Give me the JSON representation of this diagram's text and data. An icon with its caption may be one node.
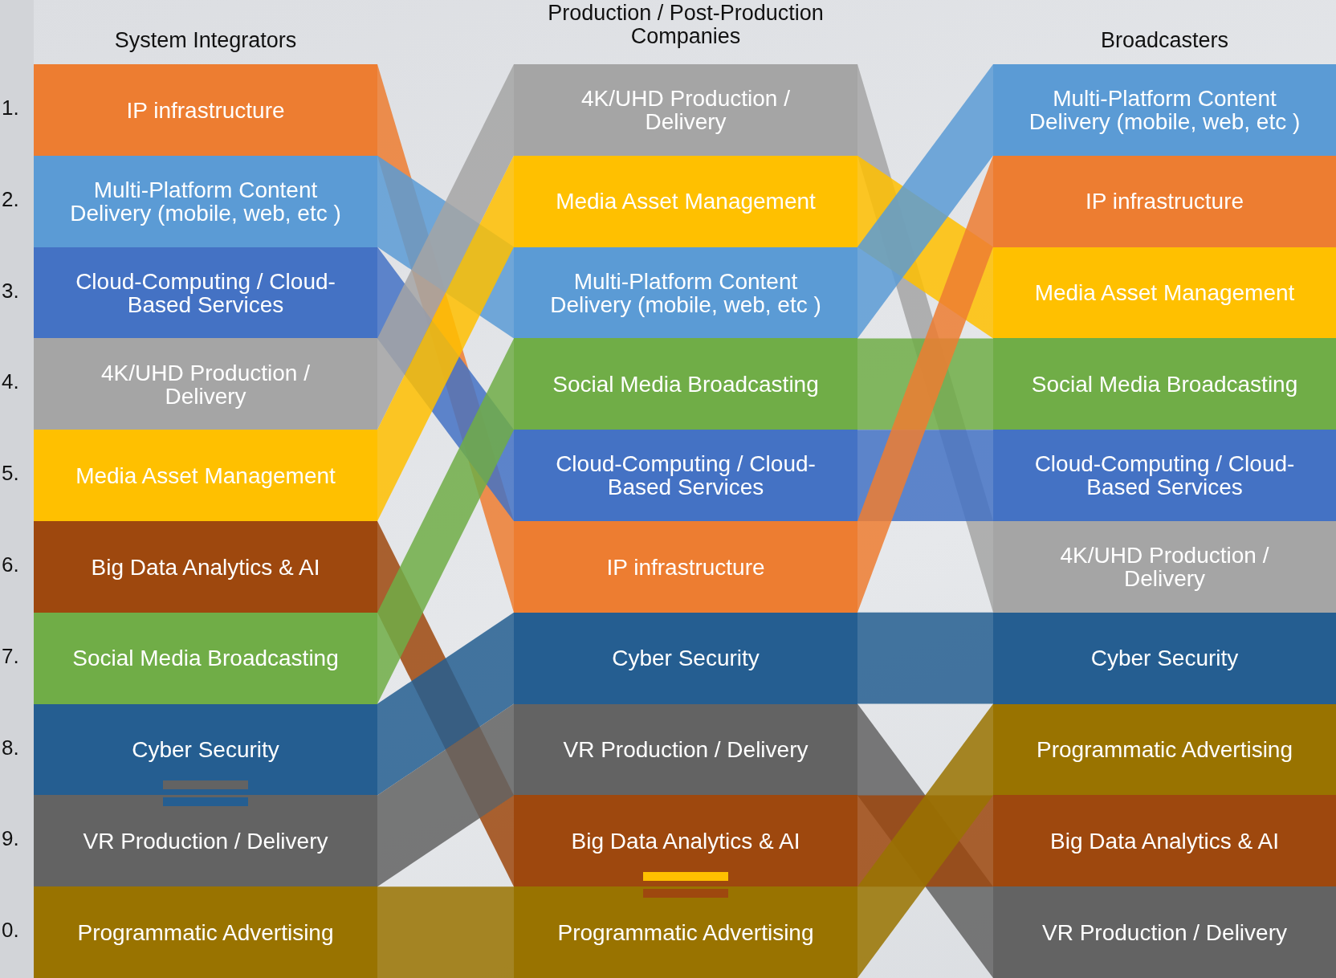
{
  "diagram": {
    "nodes": [
      {
        "text": [
          "IP infrastructure"
        ]
      },
      {
        "text": [
          "Multi-Platform Content Delivery (mobile, web, etc )"
        ]
      },
      {
        "text": [
          "Cloud-Computing / Cloud-Based Services"
        ]
      },
      {
        "text": [
          "4K/UHD Production / Delivery"
        ]
      },
      {
        "text": [
          "Media Asset Management"
        ]
      },
      {
        "text": [
          "Big Data Analytics & AI"
        ]
      },
      {
        "text": [
          "Social Media Broadcasting"
        ]
      },
      {
        "text": [
          "Cyber Security"
        ]
      },
      {
        "text": [
          "VR Production / Delivery"
        ]
      },
      {
        "text": [
          "Programmatic Advertising"
        ]
      },
      {
        "text": [
          "4K/UHD Production / Delivery"
        ]
      },
      {
        "text": [
          "Media Asset Management"
        ]
      },
      {
        "text": [
          "Multi-Platform Content Delivery (mobile, web, etc )"
        ]
      },
      {
        "text": [
          "Social Media Broadcasting"
        ]
      },
      {
        "text": [
          "Cloud-Computing / Cloud-Based Services"
        ]
      },
      {
        "text": [
          "IP infrastructure"
        ]
      },
      {
        "text": [
          "Cyber Security"
        ]
      },
      {
        "text": [
          "VR Production / Delivery"
        ]
      },
      {
        "text": [
          "Big Data Analytics & AI"
        ]
      },
      {
        "text": [
          "Programmatic Advertising"
        ]
      },
      {
        "text": [
          "Multi-Platform Content Delivery (mobile, web, etc )"
        ]
      },
      {
        "text": [
          "IP infrastructure"
        ]
      },
      {
        "text": [
          "Media Asset Management"
        ]
      },
      {
        "text": [
          "Social Media Broadcasting"
        ]
      },
      {
        "text": [
          "Cloud-Computing / Cloud-Based Services"
        ]
      },
      {
        "text": [
          "4K/UHD Production / Delivery"
        ]
      },
      {
        "text": [
          "Cyber Security"
        ]
      },
      {
        "text": [
          "Programmatic Advertising"
        ]
      },
      {
        "text": [
          "Big Data Analytics & AI"
        ]
      },
      {
        "text": [
          "VR Production / Delivery"
        ]
      }
    ],
    "edges": [
      {
        "from": 0,
        "to": 15,
        "arrow": "none",
        "color": "#ed7d31"
      },
      {
        "from": 1,
        "to": 12,
        "arrow": "none",
        "color": "#5b9bd5"
      },
      {
        "from": 2,
        "to": 14,
        "arrow": "none",
        "color": "#4472c4"
      },
      {
        "from": 3,
        "to": 10,
        "arrow": "none",
        "color": "#a5a5a5"
      },
      {
        "from": 4,
        "to": 11,
        "arrow": "none",
        "color": "#ffc000"
      },
      {
        "from": 5,
        "to": 18,
        "arrow": "none",
        "color": "#9e480e"
      },
      {
        "from": 6,
        "to": 13,
        "arrow": "none",
        "color": "#70ad47"
      },
      {
        "from": 7,
        "to": 16,
        "arrow": "none",
        "color": "#255e91"
      },
      {
        "from": 8,
        "to": 17,
        "arrow": "none",
        "color": "#636363"
      },
      {
        "from": 9,
        "to": 19,
        "arrow": "none",
        "color": "#997300"
      },
      {
        "from": 10,
        "to": 25,
        "arrow": "none",
        "color": "#a5a5a5"
      },
      {
        "from": 11,
        "to": 22,
        "arrow": "none",
        "color": "#ffc000"
      },
      {
        "from": 12,
        "to": 20,
        "arrow": "none",
        "color": "#5b9bd5"
      },
      {
        "from": 13,
        "to": 23,
        "arrow": "none",
        "color": "#70ad47"
      },
      {
        "from": 14,
        "to": 24,
        "arrow": "none",
        "color": "#4472c4"
      },
      {
        "from": 15,
        "to": 21,
        "arrow": "none",
        "color": "#ed7d31"
      },
      {
        "from": 16,
        "to": 26,
        "arrow": "none",
        "color": "#255e91"
      },
      {
        "from": 17,
        "to": 29,
        "arrow": "none",
        "color": "#636363"
      },
      {
        "from": 18,
        "to": 28,
        "arrow": "none",
        "color": "#9e480e"
      },
      {
        "from": 19,
        "to": 27,
        "arrow": "none",
        "color": "#997300"
      }
    ],
    "labels": [
      "Production / Post-Production Companies",
      "System Integrators",
      "Broadcasters",
      "1.",
      "2.",
      "3.",
      "4.",
      "5.",
      "6.",
      "7.",
      "8.",
      "9.",
      "0."
    ]
  }
}
